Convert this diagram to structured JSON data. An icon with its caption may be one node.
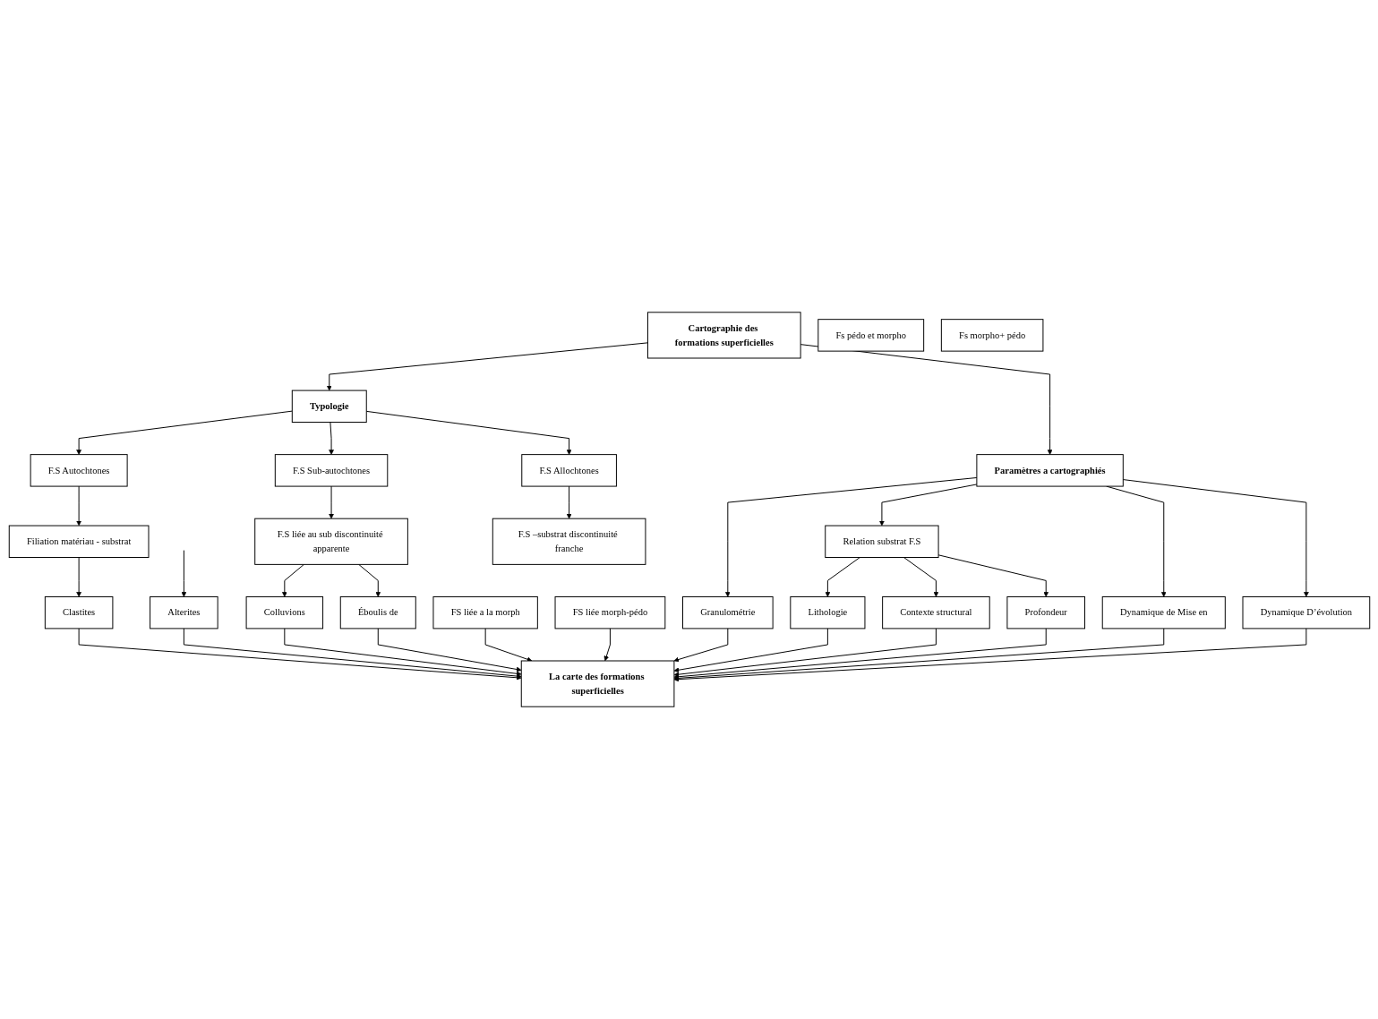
{
  "diagram": {
    "nodes": [
      {
        "text": [
          "Cartographie des formations superficielles"
        ]
      },
      {
        "text": [
          "Typologie"
        ]
      },
      {
        "text": [
          "Paramètres a cartographiés"
        ]
      },
      {
        "text": [
          "F.S Autochtones"
        ]
      },
      {
        "text": [
          "F.S Sub-autochtones"
        ]
      },
      {
        "text": [
          "F.S Allochtones"
        ]
      },
      {
        "text": [
          "Granulométrie"
        ]
      },
      {
        "text": [
          "Relation substrat F.S"
        ]
      },
      {
        "text": [
          "Dynamique de Mise en"
        ]
      },
      {
        "text": [
          "Dynamique D’évolution"
        ]
      },
      {
        "text": [
          "Filiation matériau - substrat"
        ]
      },
      {
        "text": [
          "F.S liée au sub discontinuité apparente"
        ]
      },
      {
        "text": [
          "F.S –substrat discontinuité franche"
        ]
      },
      {
        "text": [
          "Lithologie"
        ]
      },
      {
        "text": [
          "Contexte structural"
        ]
      },
      {
        "text": [
          "Profondeur"
        ]
      },
      {
        "text": [
          "Clastites"
        ]
      },
      {
        "text": [
          "Alterites"
        ]
      },
      {
        "text": [
          "Colluvions"
        ]
      },
      {
        "text": [
          "Éboulis de"
        ]
      },
      {
        "text": [
          "FS liée a la morph"
        ]
      },
      {
        "text": [
          "FS liée morph-pédo"
        ]
      },
      {
        "text": [
          "Fs pédo et morpho"
        ]
      },
      {
        "text": [
          "Fs morpho+ pédo"
        ]
      },
      {
        "text": [
          "La carte des formations superficielles"
        ]
      }
    ],
    "edges": [
      {
        "from": 0,
        "to": 1,
        "arrow": "to"
      },
      {
        "from": 0,
        "to": 2,
        "arrow": "to"
      },
      {
        "from": 1,
        "to": 3,
        "arrow": "to"
      },
      {
        "from": 1,
        "to": 4,
        "arrow": "to"
      },
      {
        "from": 1,
        "to": 5,
        "arrow": "to"
      },
      {
        "from": 2,
        "to": 6,
        "arrow": "to"
      },
      {
        "from": 2,
        "to": 7,
        "arrow": "to"
      },
      {
        "from": 2,
        "to": 8,
        "arrow": "to"
      },
      {
        "from": 2,
        "to": 9,
        "arrow": "to"
      },
      {
        "from": 3,
        "to": 10,
        "arrow": "to"
      },
      {
        "from": 4,
        "to": 11,
        "arrow": "to"
      },
      {
        "from": 5,
        "to": 12,
        "arrow": "to"
      },
      {
        "from": 7,
        "to": 13,
        "arrow": "to"
      },
      {
        "from": 7,
        "to": 14,
        "arrow": "to"
      },
      {
        "from": 7,
        "to": 15,
        "arrow": "to"
      },
      {
        "from": 10,
        "to": 16,
        "arrow": "to"
      },
      {
        "from": null,
        "to": 17,
        "arrow": "to"
      },
      {
        "from": 11,
        "to": 18,
        "arrow": "to"
      },
      {
        "from": 11,
        "to": 19,
        "arrow": "to"
      },
      {
        "from": 16,
        "to": 24,
        "arrow": "to"
      },
      {
        "from": 17,
        "to": 24,
        "arrow": "to"
      },
      {
        "from": 18,
        "to": 24,
        "arrow": "to"
      },
      {
        "from": 19,
        "to": 24,
        "arrow": "to"
      },
      {
        "from": 20,
        "to": 24,
        "arrow": "to"
      },
      {
        "from": 21,
        "to": 24,
        "arrow": "to"
      },
      {
        "from": 6,
        "to": 24,
        "arrow": "to"
      },
      {
        "from": 13,
        "to": 24,
        "arrow": "to"
      },
      {
        "from": 14,
        "to": 24,
        "arrow": "to"
      },
      {
        "from": 15,
        "to": 24,
        "arrow": "to"
      },
      {
        "from": 8,
        "to": 24,
        "arrow": "to"
      },
      {
        "from": 9,
        "to": 24,
        "arrow": "to"
      }
    ]
  }
}
